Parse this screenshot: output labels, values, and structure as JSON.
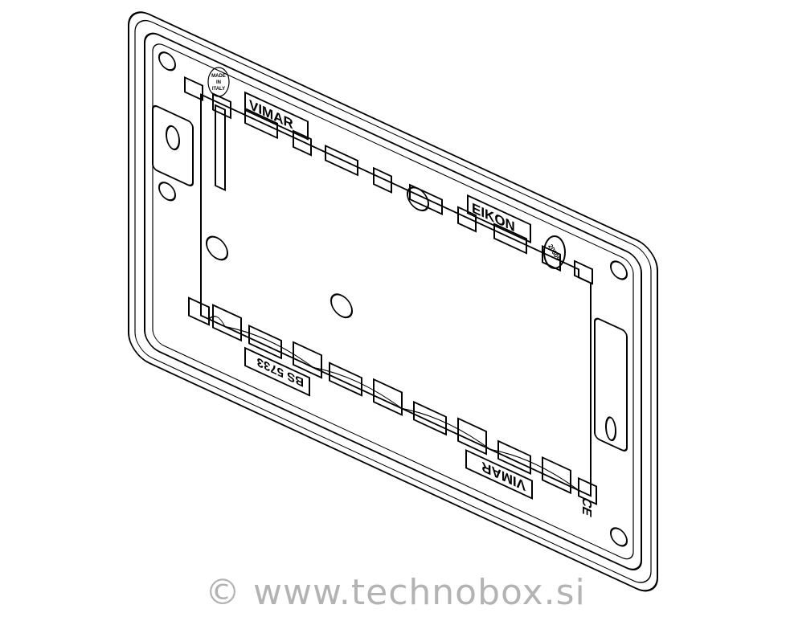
{
  "drawing": {
    "labels": {
      "made_in_italy": [
        "MADE",
        "IN",
        "ITALY"
      ],
      "brand_top": "VIMAR",
      "series": "EIKON",
      "code_badge": "20609",
      "standard": "BS 5733",
      "brand_bottom": "VIMAR",
      "ce_mark": "CE"
    }
  },
  "watermark": "© www.technobox.si"
}
